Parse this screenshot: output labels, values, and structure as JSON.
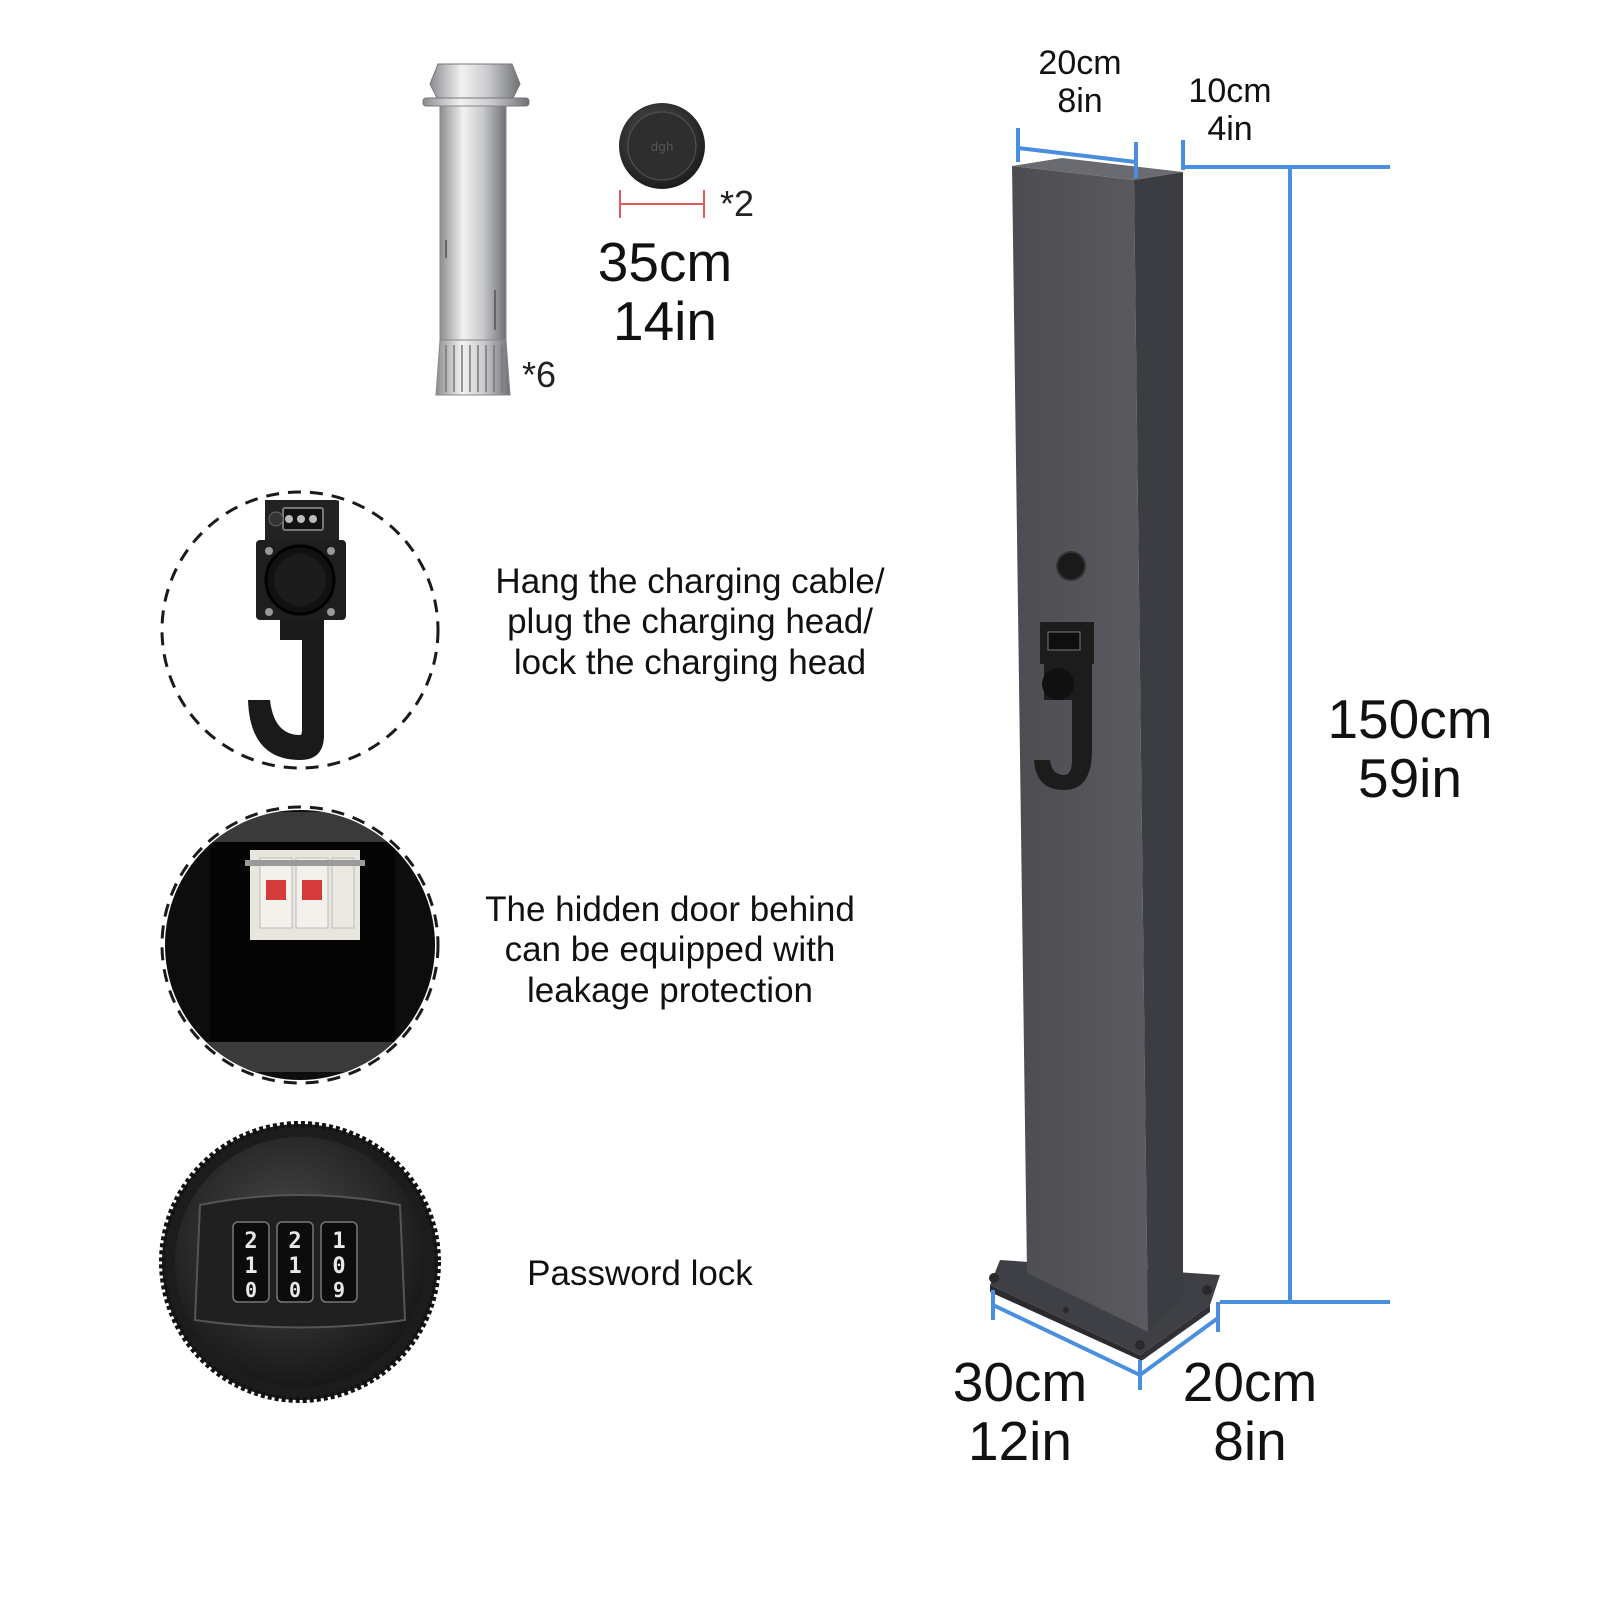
{
  "accessories": {
    "bolt": {
      "icon": "expansion-bolt-icon",
      "quantity": "*6"
    },
    "cap": {
      "icon": "cover-cap-icon",
      "quantity": "*2",
      "dimension_cm": "35cm",
      "dimension_in": "14in"
    }
  },
  "features": [
    {
      "icon": "cable-hook-icon",
      "lines": [
        "Hang the charging cable/",
        "plug the charging head/",
        "lock the charging head"
      ]
    },
    {
      "icon": "circuit-breaker-icon",
      "lines": [
        "The hidden door behind",
        "can be equipped with",
        "leakage protection"
      ]
    },
    {
      "icon": "combination-lock-icon",
      "lines": [
        "Password lock"
      ]
    }
  ],
  "post": {
    "top_width_cm": "20cm",
    "top_width_in": "8in",
    "top_depth_cm": "10cm",
    "top_depth_in": "4in",
    "height_cm": "150cm",
    "height_in": "59in",
    "base_width_cm": "30cm",
    "base_width_in": "12in",
    "base_depth_cm": "20cm",
    "base_depth_in": "8in"
  },
  "colors": {
    "post": "#505156",
    "dimension_line": "#4a8ee0",
    "cap_line": "#e35a5a",
    "dashed_circle": "#1a1a1a"
  }
}
